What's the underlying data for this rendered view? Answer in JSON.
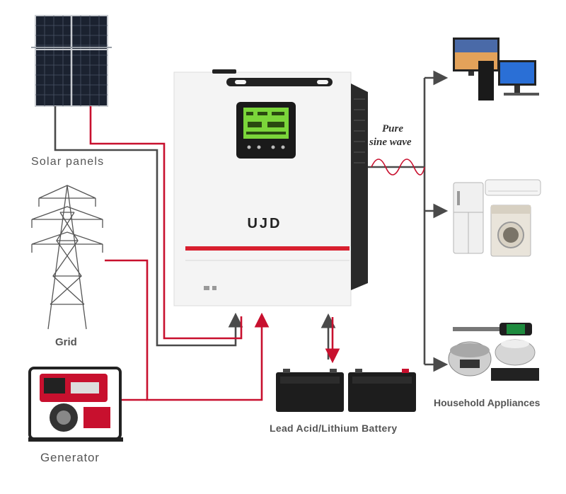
{
  "labels": {
    "solar": "Solar panels",
    "grid": "Grid",
    "generator": "Generator",
    "battery": "Lead Acid/Lithium Battery",
    "appliances": "Household Appliances",
    "wave_line1": "Pure",
    "wave_line2": "sine wave",
    "brand": "UJD"
  },
  "colors": {
    "red_line": "#c8102e",
    "dark_line": "#4a4a4a",
    "inverter_body": "#f4f4f4",
    "inverter_stripe": "#d81f2e",
    "lcd_screen": "#7bd63a"
  },
  "icons": [
    "solar-panel-icon",
    "grid-tower-icon",
    "generator-icon",
    "inverter-icon",
    "battery-icon",
    "computer-icon",
    "fridge-icon",
    "washing-machine-icon",
    "air-conditioner-icon",
    "rice-cooker-icon",
    "drill-icon"
  ]
}
